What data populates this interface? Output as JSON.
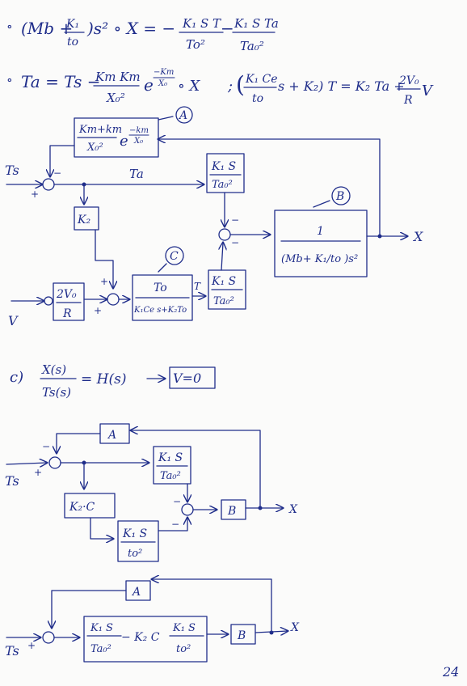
{
  "eq1": {
    "bullet": "∘",
    "lhs_open": "(Mb + ",
    "lhs_num": "K₁",
    "lhs_den": "to",
    "lhs_close": ")s² ∘ X = −",
    "t1_num": "K₁ S T",
    "t1_den": "To²",
    "minus": "−",
    "t2_num": "K₁ S Ta",
    "t2_den": "Ta₀²"
  },
  "eq2": {
    "bullet": "∘",
    "lhs": "Ta = Ts − ",
    "frac_num": "Kт Km",
    "frac_den": "X₀²",
    "exp_base": "e",
    "exp_num": "−Km",
    "exp_den": "X₀",
    "tail": "∘ X",
    "sep": ";",
    "rhs_open": "(",
    "rhs_num": "K₁ Ce",
    "rhs_den": "to",
    "rhs_mid": "s + K₂) T = K₂ Ta + ",
    "rhs_frac_num": "2V₀",
    "rhs_frac_den": "R",
    "rhs_end": "V"
  },
  "diagram1": {
    "block_feedback_num": "Kт+km",
    "block_feedback_den": "X₀²",
    "block_feedback_exp_base": "e",
    "block_feedback_exp_num": "−km",
    "block_feedback_exp_den": "X₀",
    "label_A": "A",
    "label_B": "B",
    "label_C": "C",
    "input_ts": "Ts",
    "input_v": "V",
    "signal_ta": "Ta",
    "signal_t": "T",
    "block_k1s_ta_num": "K₁ S",
    "block_k1s_ta_den": "Ta₀²",
    "block_k2": "K₂",
    "block_2v0_num": "2V₀",
    "block_2v0_den": "R",
    "block_to_num": "To",
    "block_to_den": "K₁Ce s+K₂To",
    "block_k1s_lower_num": "K₁ S",
    "block_k1s_lower_den": "Ta₀²",
    "block_plant_num": "1",
    "block_plant_den": "(Mb+ K₁/to )s²",
    "output_x": "X",
    "sign_plus": "+",
    "sign_minus": "−"
  },
  "part_c": {
    "label": "c)",
    "num": "X(s)",
    "den": "Ts(s)",
    "eq": "= H(s)",
    "cond": "V=0"
  },
  "diagram2": {
    "block_a": "A",
    "block_k1s_num": "K₁ S",
    "block_k1s_den": "Ta₀²",
    "block_k2c": "K₂·C",
    "block_k1s_lower_num": "K₁ S",
    "block_k1s_lower_den": "to²",
    "block_b": "B",
    "input_ts": "Ts",
    "output_x": "X"
  },
  "diagram3": {
    "block_a": "A",
    "term1_num": "K₁ S",
    "term1_den": "Ta₀²",
    "mid": "− K₂ C",
    "term2_num": "K₁ S",
    "term2_den": "to²",
    "block_b": "B",
    "input_ts": "Ts",
    "output_x": "X"
  },
  "page_number": "24"
}
